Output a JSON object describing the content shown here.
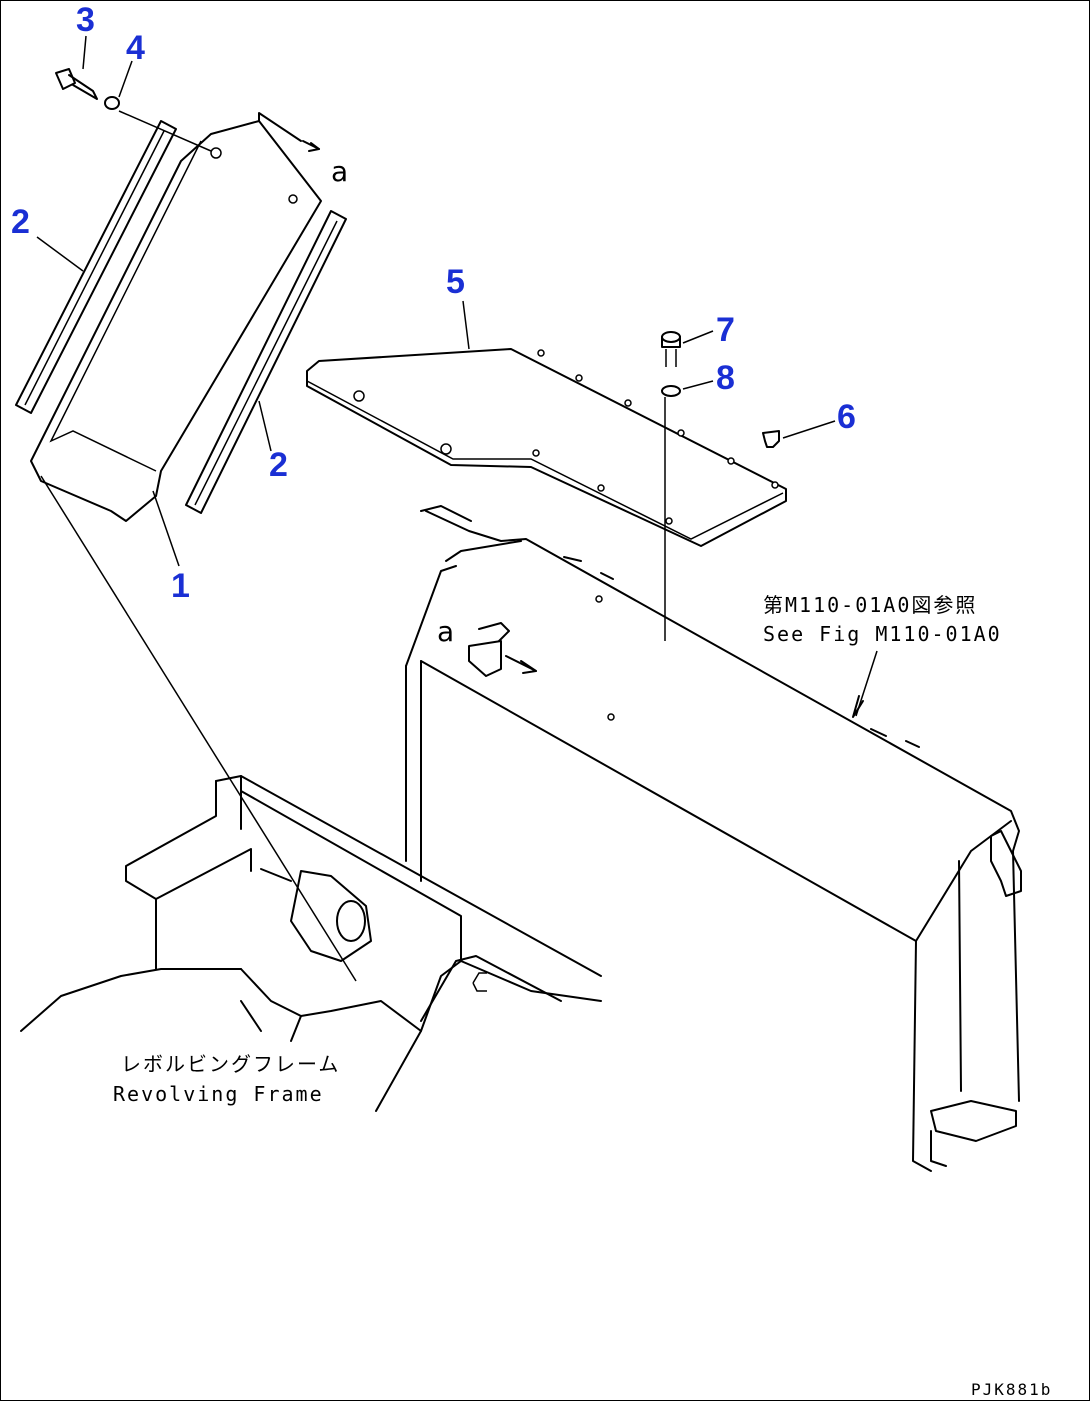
{
  "callouts": {
    "c1": "1",
    "c2a": "2",
    "c2b": "2",
    "c3": "3",
    "c4": "4",
    "c5": "5",
    "c6": "6",
    "c7": "7",
    "c8": "8"
  },
  "view_marker": {
    "a_top": "a",
    "a_mid": "a"
  },
  "reference": {
    "jp": "第M110-01A0図参照",
    "en": "See Fig M110-01A0"
  },
  "frame_label": {
    "jp": "レボルビングフレーム",
    "en": "Revolving Frame"
  },
  "drawing_code": "PJK881b",
  "colors": {
    "callout": "#1a2fd4",
    "lines": "#000000"
  }
}
